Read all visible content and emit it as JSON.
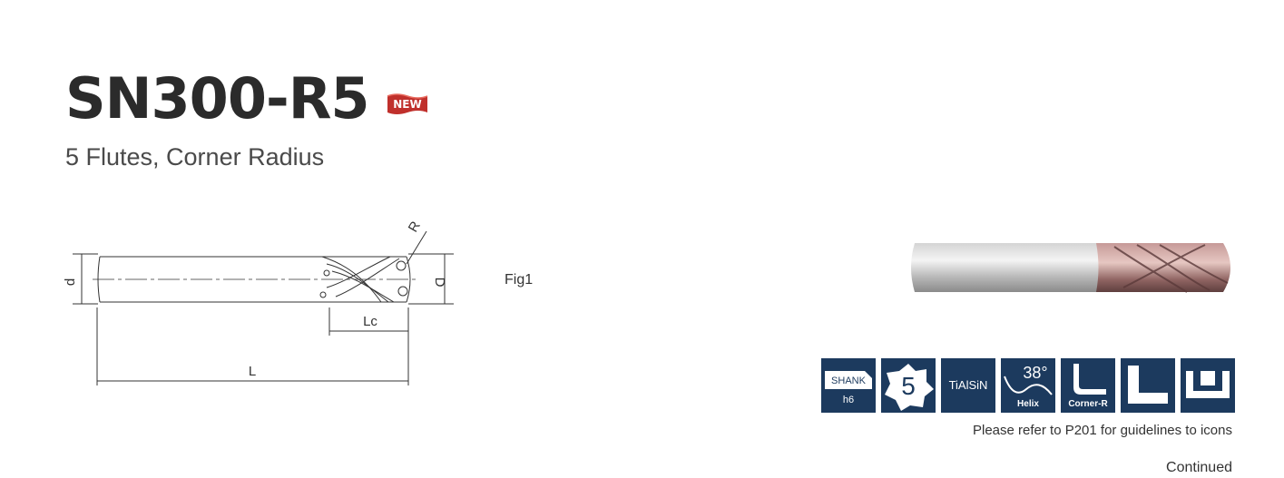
{
  "header": {
    "title": "SN300-R5",
    "badge": "NEW",
    "subtitle": "5 Flutes, Corner Radius"
  },
  "drawing": {
    "dim_d": "d",
    "dim_D": "D",
    "dim_R": "R",
    "dim_Lc": "Lc",
    "dim_L": "L",
    "fig_label": "Fig1"
  },
  "icons": {
    "shank_label": "SHANK",
    "shank_tol": "h6",
    "flutes": "5",
    "coating": "TiAlSiN",
    "helix_angle": "38°",
    "helix_label": "Helix",
    "corner_label": "Corner-R",
    "icon_names": [
      "shank-h6-icon",
      "five-flutes-icon",
      "coating-icon",
      "helix-icon",
      "corner-radius-icon",
      "length-long-icon",
      "slot-icon"
    ]
  },
  "notes": {
    "guideline": "Please refer to P201 for guidelines to icons",
    "continued": "Continued"
  },
  "colors": {
    "icon_bg": "#1c3a5e",
    "badge_red": "#c0302c",
    "coating_bronze": "#a07474"
  }
}
